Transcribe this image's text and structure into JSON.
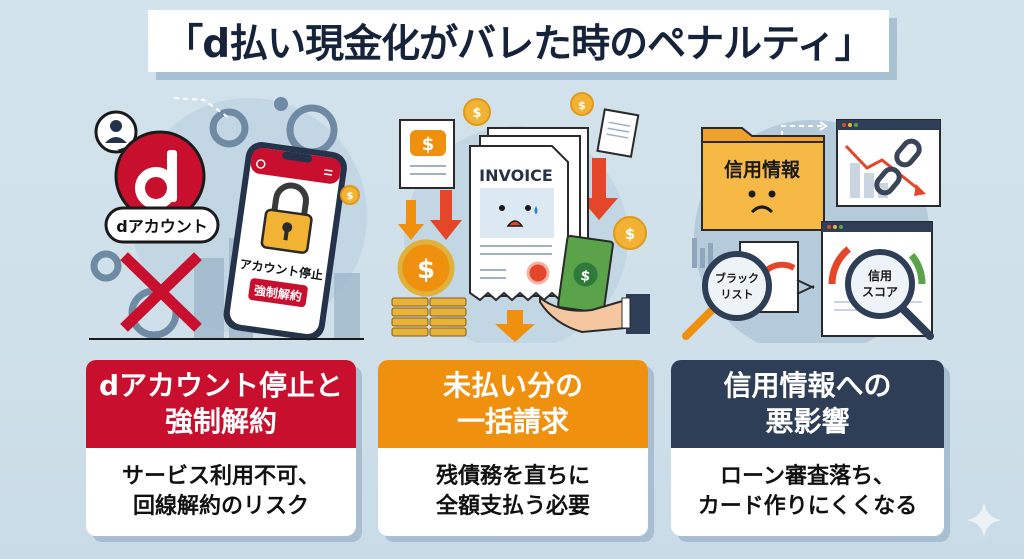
{
  "title": "「d払い現金化がバレた時のペナルティ」",
  "colors": {
    "background": "#d0e1eb",
    "title_text": "#16233a",
    "card1_header": "#c8102e",
    "card2_header": "#f0900f",
    "card3_header": "#2e3e56",
    "card_body": "#ffffff"
  },
  "illustrations": {
    "panel1": {
      "logo_letter": "d",
      "account_badge": "dアカウント",
      "phone_status": "アカウント停止",
      "phone_button": "強制解約",
      "icons": [
        "user-bubble-icon",
        "d-logo-icon",
        "cross-mark-icon",
        "smartphone-icon",
        "padlock-icon",
        "gear-icon",
        "coin-icon"
      ]
    },
    "panel2": {
      "invoice_label": "INVOICE",
      "icons": [
        "invoice-document-icon",
        "sad-face-icon",
        "dollar-coin-icon",
        "coin-stack-icon",
        "banknote-icon",
        "hand-icon",
        "down-arrow-icon"
      ]
    },
    "panel3": {
      "folder_label": "信用情報",
      "magnifier1_label": [
        "ブラック",
        "リスト"
      ],
      "magnifier2_label": [
        "信用",
        "スコア"
      ],
      "icons": [
        "folder-icon",
        "sad-face-icon",
        "declining-chart-icon",
        "broken-chain-icon",
        "magnifier-icon",
        "gauge-icon"
      ]
    }
  },
  "cards": [
    {
      "header": [
        "dアカウント停止と",
        "強制解約"
      ],
      "body": [
        "サービス利用不可、",
        "回線解約のリスク"
      ]
    },
    {
      "header": [
        "未払い分の",
        "一括請求"
      ],
      "body": [
        "残債務を直ちに",
        "全額支払う必要"
      ]
    },
    {
      "header": [
        "信用情報への",
        "悪影響"
      ],
      "body": [
        "ローン審査落ち、",
        "カード作りにくくなる"
      ]
    }
  ]
}
